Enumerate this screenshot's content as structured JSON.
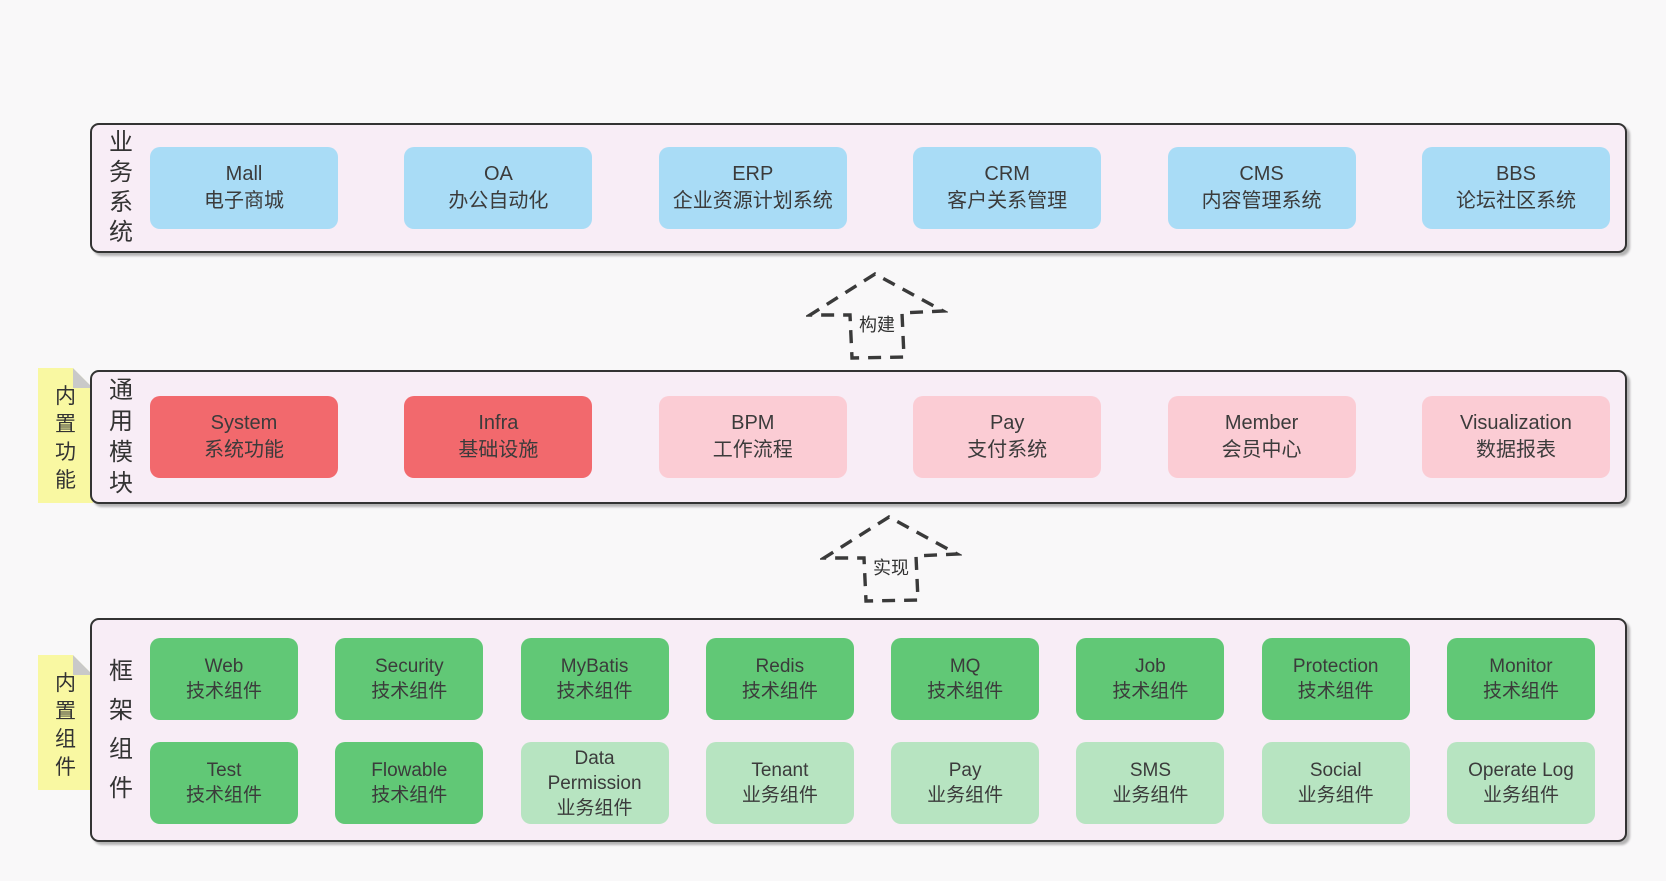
{
  "colors": {
    "page_bg": "#f9f8f9",
    "layer_bg": "#f8edf6",
    "layer_border": "#333333",
    "box_blue": "#a9dcf6",
    "box_red": "#f2696d",
    "box_pink": "#fbccd4",
    "box_green": "#61c876",
    "box_green_light": "#b7e4c1",
    "sticky_yellow": "#f9f8a2",
    "sticky_fold": "#c9c9c9",
    "text": "#3b3b3b"
  },
  "sticky_notes": [
    {
      "id": "builtin-features",
      "text": "内置功能"
    },
    {
      "id": "builtin-components",
      "text": "内置组件"
    }
  ],
  "arrows": [
    {
      "id": "build",
      "label": "构建"
    },
    {
      "id": "implement",
      "label": "实现"
    }
  ],
  "layers": {
    "business": {
      "label": "业务系统",
      "boxes": [
        {
          "name": "Mall",
          "desc": "电子商城",
          "variant": "blue"
        },
        {
          "name": "OA",
          "desc": "办公自动化",
          "variant": "blue"
        },
        {
          "name": "ERP",
          "desc": "企业资源计划系统",
          "variant": "blue"
        },
        {
          "name": "CRM",
          "desc": "客户关系管理",
          "variant": "blue"
        },
        {
          "name": "CMS",
          "desc": "内容管理系统",
          "variant": "blue"
        },
        {
          "name": "BBS",
          "desc": "论坛社区系统",
          "variant": "blue"
        }
      ]
    },
    "modules": {
      "label": "通用模块",
      "boxes": [
        {
          "name": "System",
          "desc": "系统功能",
          "variant": "red"
        },
        {
          "name": "Infra",
          "desc": "基础设施",
          "variant": "red"
        },
        {
          "name": "BPM",
          "desc": "工作流程",
          "variant": "pink"
        },
        {
          "name": "Pay",
          "desc": "支付系统",
          "variant": "pink"
        },
        {
          "name": "Member",
          "desc": "会员中心",
          "variant": "pink"
        },
        {
          "name": "Visualization",
          "desc": "数据报表",
          "variant": "pink"
        }
      ]
    },
    "components": {
      "label": "框架组件",
      "rows": [
        [
          {
            "name": "Web",
            "desc": "技术组件",
            "variant": "green"
          },
          {
            "name": "Security",
            "desc": "技术组件",
            "variant": "green"
          },
          {
            "name": "MyBatis",
            "desc": "技术组件",
            "variant": "green"
          },
          {
            "name": "Redis",
            "desc": "技术组件",
            "variant": "green"
          },
          {
            "name": "MQ",
            "desc": "技术组件",
            "variant": "green"
          },
          {
            "name": "Job",
            "desc": "技术组件",
            "variant": "green"
          },
          {
            "name": "Protection",
            "desc": "技术组件",
            "variant": "green"
          },
          {
            "name": "Monitor",
            "desc": "技术组件",
            "variant": "green"
          }
        ],
        [
          {
            "name": "Test",
            "desc": "技术组件",
            "variant": "green"
          },
          {
            "name": "Flowable",
            "desc": "技术组件",
            "variant": "green"
          },
          {
            "name": "Data Permission",
            "desc": "业务组件",
            "variant": "green-light"
          },
          {
            "name": "Tenant",
            "desc": "业务组件",
            "variant": "green-light"
          },
          {
            "name": "Pay",
            "desc": "业务组件",
            "variant": "green-light"
          },
          {
            "name": "SMS",
            "desc": "业务组件",
            "variant": "green-light"
          },
          {
            "name": "Social",
            "desc": "业务组件",
            "variant": "green-light"
          },
          {
            "name": "Operate Log",
            "desc": "业务组件",
            "variant": "green-light"
          }
        ]
      ]
    }
  }
}
